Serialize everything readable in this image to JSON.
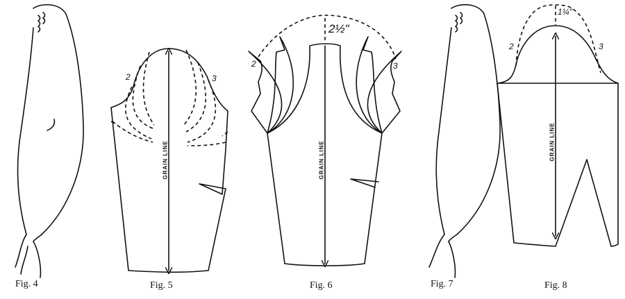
{
  "figures": [
    {
      "label": "Fig. 4"
    },
    {
      "label": "Fig. 5",
      "grain_line": "GRAIN LINE",
      "mark_left": "2",
      "mark_right": "3"
    },
    {
      "label": "Fig. 6",
      "grain_line": "GRAIN LINE",
      "mark_left": "2",
      "mark_right": "3",
      "cap_increase": "2½\""
    },
    {
      "label": "Fig. 7"
    },
    {
      "label": "Fig. 8",
      "grain_line": "GRAIN LINE",
      "mark_left": "2",
      "mark_right": "3",
      "cap_increase": "1¼\""
    }
  ]
}
